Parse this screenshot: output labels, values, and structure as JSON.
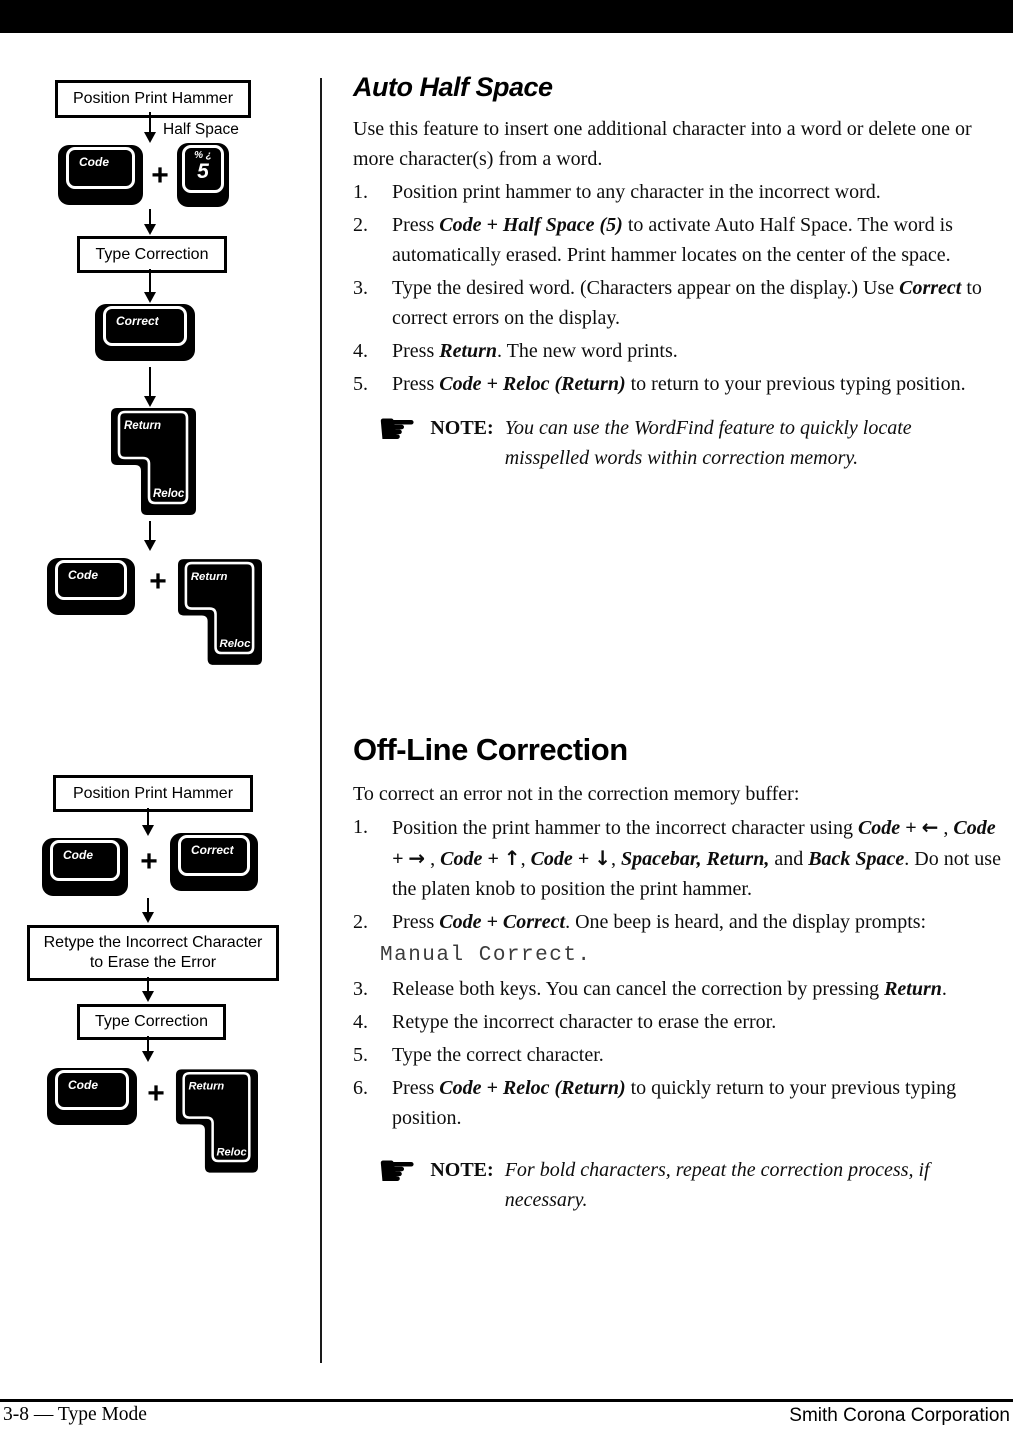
{
  "flow1": {
    "position_box": "Position Print Hammer",
    "half_space": "Half Space",
    "code": "Code",
    "plus": "+",
    "key5_top": "% ¿",
    "key5": "5",
    "type_correction": "Type Correction",
    "correct": "Correct",
    "return": "Return",
    "reloc": "Reloc"
  },
  "flow2": {
    "position_box": "Position Print Hammer",
    "code": "Code",
    "plus": "+",
    "correct": "Correct",
    "retype_1": "Retype the Incorrect Character",
    "retype_2": "to Erase the Error",
    "type_correction": "Type Correction",
    "return": "Return",
    "reloc": "Reloc"
  },
  "ahs": {
    "title": "Auto Half Space",
    "intro": "Use this feature to insert one additional character into a word or delete one or more character(s) from a word.",
    "steps": [
      {
        "num": "1.",
        "pre": "Position print hammer to any character in the incorrect word.",
        "key": "",
        "post": ""
      },
      {
        "num": "2.",
        "pre": "Press ",
        "key": "Code + Half Space (5)",
        "post": " to activate Auto Half Space. The word is automatically erased. Print hammer locates on the center of the space."
      },
      {
        "num": "3.",
        "pre": "Type the desired word. (Characters appear on the display.) Use ",
        "key": "Correct",
        "post": " to correct errors on the display."
      },
      {
        "num": "4.",
        "pre": "Press ",
        "key": "Return",
        "post": ". The new word prints."
      },
      {
        "num": "5.",
        "pre": "Press ",
        "key": "Code + Reloc (Return)",
        "post": " to return to your previous typing position."
      }
    ],
    "note_label": "NOTE:",
    "note_text": "You can use the WordFind feature to quickly locate misspelled words within correction memory."
  },
  "olc": {
    "title": "Off-Line Correction",
    "intro": "To correct an error not in the correction memory buffer:",
    "step1": {
      "num": "1.",
      "s0": "Position the print hammer to the incorrect character using ",
      "s1": "Code + ",
      "a1": "←",
      "s2": " , ",
      "s3": "Code + ",
      "a2": "→",
      "s4": " , ",
      "s5": "Code + ",
      "a3": "↑",
      "s6": ", ",
      "s7": "Code + ",
      "a4": "↓",
      "s8": ", ",
      "s9": "Spacebar, Return,",
      "s10": " and ",
      "s11": "Back Space",
      "s12": ". Do not use the platen knob to position the print hammer."
    },
    "step2": {
      "num": "2.",
      "pre": "Press ",
      "key": "Code + Correct",
      "post": ". One beep is heard, and the display prompts:",
      "prompt": "Manual Correct."
    },
    "step3": {
      "num": "3.",
      "pre": "Release both keys. You can cancel the correction by pressing ",
      "key": "Return",
      "post": "."
    },
    "step4": {
      "num": "4.",
      "pre": "Retype the incorrect character to erase the error.",
      "key": "",
      "post": ""
    },
    "step5": {
      "num": "5.",
      "pre": "Type the correct character.",
      "key": "",
      "post": ""
    },
    "step6": {
      "num": "6.",
      "pre": "Press ",
      "key": "Code + Reloc (Return)",
      "post": " to quickly return to your previous typing position."
    },
    "note_label": "NOTE:",
    "note_text": "For bold characters, repeat the correction process, if necessary."
  },
  "icons": {
    "note_hand": "☛"
  },
  "footer": {
    "left": "3-8 — Type Mode",
    "right": "Smith Corona Corporation"
  }
}
